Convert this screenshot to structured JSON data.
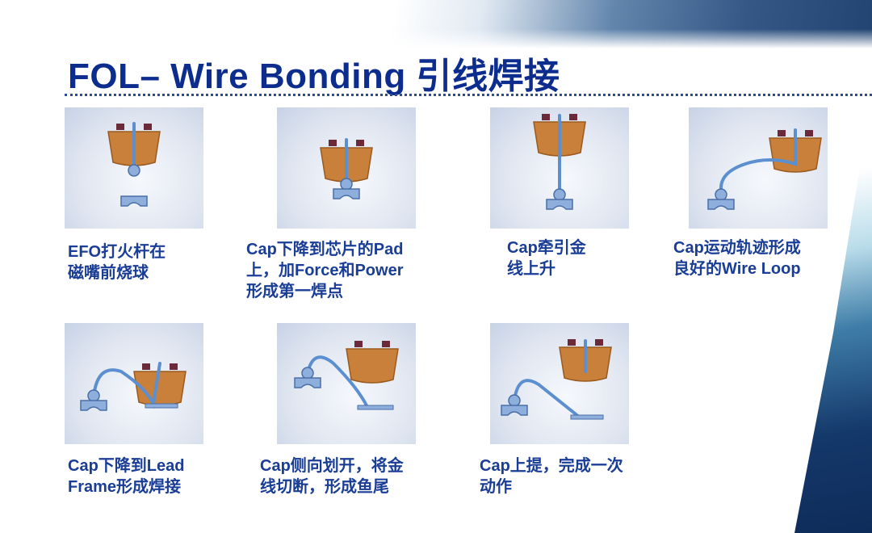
{
  "title": "FOL– Wire Bonding 引线焊接",
  "steps": [
    {
      "caption": "EFO打火杆在\n磁嘴前烧球"
    },
    {
      "caption": "Cap下降到芯片的Pad\n上，加Force和Power\n形成第一焊点"
    },
    {
      "caption": "Cap牵引金\n线上升"
    },
    {
      "caption": "Cap运动轨迹形成\n良好的Wire Loop"
    },
    {
      "caption": "Cap下降到Lead\nFrame形成焊接"
    },
    {
      "caption": "Cap侧向划开，将金\n线切断，形成鱼尾"
    },
    {
      "caption": "Cap上提，完成一次\n动作"
    }
  ],
  "colors": {
    "title": "#0c2d8e",
    "caption": "#1a3d96",
    "capillary": "#c8803a",
    "wire": "#5b8fd0"
  }
}
